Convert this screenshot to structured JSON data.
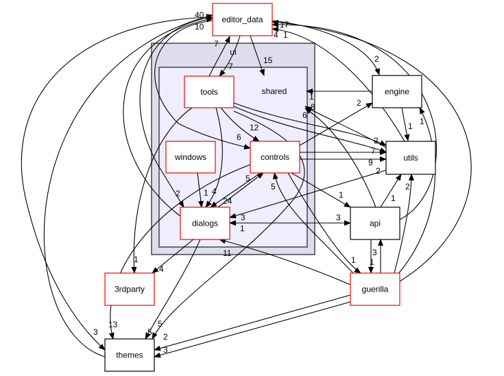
{
  "clusters": [
    {
      "id": "ui",
      "label": "ui",
      "fill": "#ddddee"
    },
    {
      "id": "shared",
      "label": "shared",
      "fill": "#eeeeff"
    }
  ],
  "nodes": [
    {
      "id": "editor_data",
      "label": "editor_data",
      "border": "#ff0000"
    },
    {
      "id": "tools",
      "label": "tools",
      "border": "#ff0000"
    },
    {
      "id": "windows",
      "label": "windows",
      "border": "#ff0000"
    },
    {
      "id": "controls",
      "label": "controls",
      "border": "#ff0000"
    },
    {
      "id": "dialogs",
      "label": "dialogs",
      "border": "#ff0000"
    },
    {
      "id": "engine",
      "label": "engine",
      "border": "#000000"
    },
    {
      "id": "utils",
      "label": "utils",
      "border": "#000000"
    },
    {
      "id": "api",
      "label": "api",
      "border": "#000000"
    },
    {
      "id": "guerilla",
      "label": "guerilla",
      "border": "#ff0000"
    },
    {
      "id": "3rdparty",
      "label": "3rdparty",
      "border": "#ff0000"
    },
    {
      "id": "themes",
      "label": "themes",
      "border": "#000000"
    }
  ],
  "edges": [
    {
      "from": "tools",
      "to": "editor_data",
      "label": "7"
    },
    {
      "from": "editor_data",
      "to": "tools",
      "label": "7"
    },
    {
      "from": "editor_data",
      "to": "shared",
      "label": "15"
    },
    {
      "from": "engine",
      "to": "shared",
      "label": "1"
    },
    {
      "from": "editor_data",
      "to": "engine",
      "label": "2"
    },
    {
      "from": "controls",
      "to": "engine",
      "label": "2"
    },
    {
      "from": "engine",
      "to": "utils",
      "label": "1"
    },
    {
      "from": "tools",
      "to": "controls",
      "label": "12"
    },
    {
      "from": "tools",
      "to": "dialogs",
      "label": "4"
    },
    {
      "from": "tools",
      "to": "utils",
      "label": "7"
    },
    {
      "from": "tools",
      "to": "themes",
      "label": "5"
    },
    {
      "from": "tools",
      "to": "3rdparty",
      "label": "1"
    },
    {
      "from": "windows",
      "to": "dialogs",
      "label": "1"
    },
    {
      "from": "controls",
      "to": "dialogs",
      "label": "24"
    },
    {
      "from": "dialogs",
      "to": "controls",
      "label": "5"
    },
    {
      "from": "controls",
      "to": "utils",
      "label": "9"
    },
    {
      "from": "controls",
      "to": "api",
      "label": "1"
    },
    {
      "from": "controls",
      "to": "guerilla",
      "label": "1"
    },
    {
      "from": "controls",
      "to": "themes",
      "label": "13"
    },
    {
      "from": "editor_data",
      "to": "controls",
      "label": "6"
    },
    {
      "from": "editor_data",
      "to": "dialogs",
      "label": "2"
    },
    {
      "from": "utils",
      "to": "dialogs",
      "label": "3"
    },
    {
      "from": "api",
      "to": "dialogs",
      "label": "1"
    },
    {
      "from": "dialogs",
      "to": "api",
      "label": "3"
    },
    {
      "from": "dialogs",
      "to": "3rdparty",
      "label": "4"
    },
    {
      "from": "dialogs",
      "to": "themes",
      "label": "5"
    },
    {
      "from": "guerilla",
      "to": "dialogs",
      "label": "11"
    },
    {
      "from": "guerilla",
      "to": "controls",
      "label": "5"
    },
    {
      "from": "guerilla",
      "to": "api",
      "label": "3"
    },
    {
      "from": "api",
      "to": "guerilla",
      "label": "1"
    },
    {
      "from": "guerilla",
      "to": "utils",
      "label": "2"
    },
    {
      "from": "guerilla",
      "to": "engine",
      "label": "1"
    },
    {
      "from": "guerilla",
      "to": "themes",
      "label": "2"
    },
    {
      "from": "guerilla",
      "to": "editor_data",
      "label": "4"
    },
    {
      "from": "api",
      "to": "editor_data",
      "label": "17"
    },
    {
      "from": "api",
      "to": "utils",
      "label": "1"
    },
    {
      "from": "utils",
      "to": "editor_data",
      "label": "1"
    },
    {
      "from": "editor_data",
      "to": "themes",
      "label": "3"
    },
    {
      "from": "themes",
      "to": "editor_data",
      "label": "10"
    },
    {
      "from": "utils",
      "to": "shared",
      "label": "6"
    },
    {
      "from": "api",
      "to": "shared",
      "label": "8"
    },
    {
      "from": "tools",
      "to": "utils",
      "label": "2"
    },
    {
      "from": "dialogs",
      "to": "editor_data",
      "label": "40"
    },
    {
      "from": "controls",
      "to": "utils",
      "label": "2"
    },
    {
      "from": "themes",
      "to": "guerilla",
      "label": "3"
    }
  ]
}
